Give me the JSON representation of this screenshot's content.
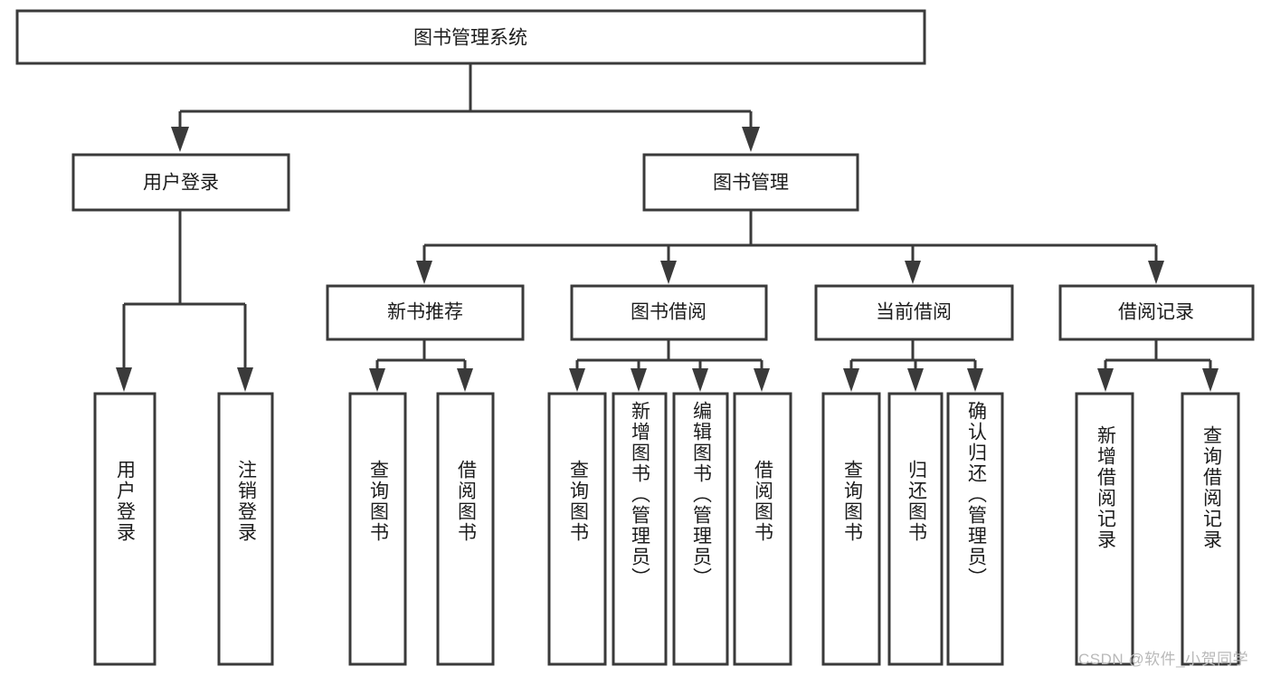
{
  "diagram": {
    "title": "图书管理系统",
    "type": "tree-hierarchy",
    "levels": 4,
    "root": {
      "id": "root",
      "label": "图书管理系统",
      "orientation": "horizontal"
    },
    "level2": [
      {
        "id": "user-login",
        "label": "用户登录",
        "orientation": "horizontal"
      },
      {
        "id": "book-management",
        "label": "图书管理",
        "orientation": "horizontal"
      }
    ],
    "level3": [
      {
        "id": "new-book-recommend",
        "label": "新书推荐",
        "orientation": "horizontal",
        "parent": "book-management"
      },
      {
        "id": "book-borrow",
        "label": "图书借阅",
        "orientation": "horizontal",
        "parent": "book-management"
      },
      {
        "id": "current-borrow",
        "label": "当前借阅",
        "orientation": "horizontal",
        "parent": "book-management"
      },
      {
        "id": "borrow-record",
        "label": "借阅记录",
        "orientation": "horizontal",
        "parent": "book-management"
      }
    ],
    "leaves": [
      {
        "id": "leaf-user-login",
        "label": "用户登录",
        "parent": "user-login"
      },
      {
        "id": "leaf-user-logout",
        "label": "注销登录",
        "parent": "user-login"
      },
      {
        "id": "leaf-query-book-1",
        "label": "查询图书",
        "parent": "new-book-recommend"
      },
      {
        "id": "leaf-borrow-book-1",
        "label": "借阅图书",
        "parent": "new-book-recommend"
      },
      {
        "id": "leaf-query-book-2",
        "label": "查询图书",
        "parent": "book-borrow"
      },
      {
        "id": "leaf-add-book",
        "label": "新增图书（管理员）",
        "parent": "book-borrow"
      },
      {
        "id": "leaf-edit-book",
        "label": "编辑图书（管理员）",
        "parent": "book-borrow"
      },
      {
        "id": "leaf-borrow-book-2",
        "label": "借阅图书",
        "parent": "book-borrow"
      },
      {
        "id": "leaf-query-book-3",
        "label": "查询图书",
        "parent": "current-borrow"
      },
      {
        "id": "leaf-return-book",
        "label": "归还图书",
        "parent": "current-borrow"
      },
      {
        "id": "leaf-confirm-return",
        "label": "确认归还（管理员）",
        "parent": "current-borrow"
      },
      {
        "id": "leaf-add-record",
        "label": "新增借阅记录",
        "parent": "borrow-record"
      },
      {
        "id": "leaf-query-record",
        "label": "查询借阅记录",
        "parent": "borrow-record"
      }
    ],
    "colors": {
      "box_fill": "#ffffff",
      "box_stroke": "#3a3a3a",
      "text": "#1c1c1c",
      "background": "#ffffff",
      "watermark": "#b9b9b9"
    }
  },
  "watermark": {
    "text": "CSDN @软件_小贺同学"
  }
}
